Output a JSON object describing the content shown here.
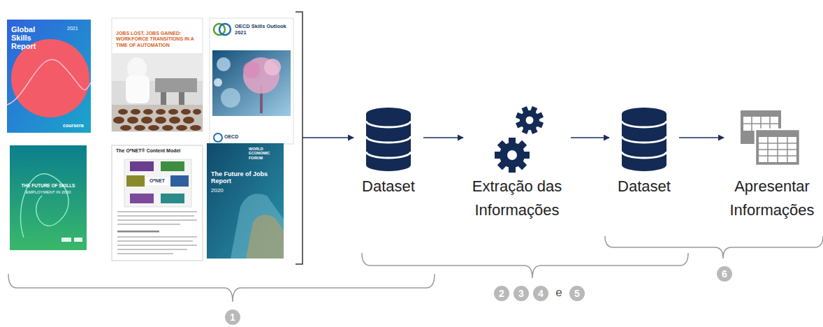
{
  "diagram": {
    "nodes": [
      {
        "text": [
          "Dataset"
        ]
      },
      {
        "text": [
          "Extração das Informações"
        ]
      },
      {
        "text": [
          "Dataset"
        ]
      },
      {
        "text": [
          "Apresentar Informações"
        ]
      }
    ],
    "edges": [
      {
        "from": 0,
        "to": 1,
        "arrow": "to"
      },
      {
        "from": 1,
        "to": 2,
        "arrow": "to"
      },
      {
        "from": 2,
        "to": 3,
        "arrow": "to"
      }
    ],
    "labels": [
      "Global Skills Report",
      "2021",
      "coursera",
      "JOBS LOST, JOBS GAINED: WORKFORCE TRANSITIONS IN A TIME OF AUTOMATION",
      "OECD Skills Outlook 2021",
      "OECD",
      "THE FUTURE OF SKILLS",
      "EMPLOYMENT IN 2030",
      "The O*NET® Content Model",
      "O*NET",
      "WORLD ECONOMIC FORUM",
      "The Future of Jobs Report",
      "2020",
      "1",
      "2",
      "3",
      "4",
      "e",
      "5",
      "6"
    ]
  }
}
